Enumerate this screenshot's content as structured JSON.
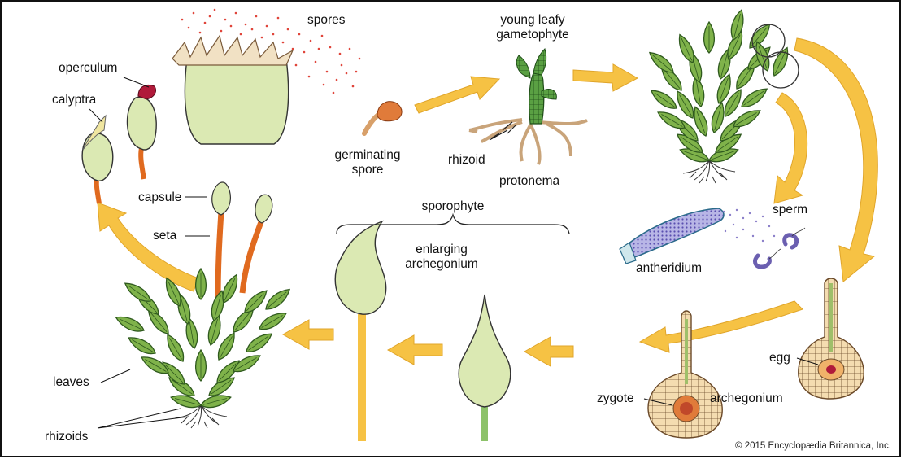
{
  "labels": {
    "spores": "spores",
    "operculum": "operculum",
    "calyptra": "calyptra",
    "young_leafy_gametophyte_1": "young leafy",
    "young_leafy_gametophyte_2": "gametophyte",
    "germinating_spore_1": "germinating",
    "germinating_spore_2": "spore",
    "rhizoid": "rhizoid",
    "protonema": "protonema",
    "capsule": "capsule",
    "seta": "seta",
    "sporophyte": "sporophyte",
    "enlarging_archegonium_1": "enlarging",
    "enlarging_archegonium_2": "archegonium",
    "sperm": "sperm",
    "antheridium": "antheridium",
    "egg": "egg",
    "archegonium": "archegonium",
    "zygote": "zygote",
    "leaves": "leaves",
    "rhizoids": "rhizoids"
  },
  "copyright": "© 2015 Encyclopædia Britannica, Inc.",
  "colors": {
    "arrow": "#f6c244",
    "arrow_stroke": "#e0a52a",
    "leaf": "#7fb24a",
    "leaf_dark": "#2f5a1e",
    "capsule": "#dbe9b3",
    "seta": "#e06a1f",
    "spore_dot": "#e0443a",
    "operculum": "#b01a3a",
    "tissue": "#f4dcb0",
    "sperm": "#8b7fc9"
  }
}
